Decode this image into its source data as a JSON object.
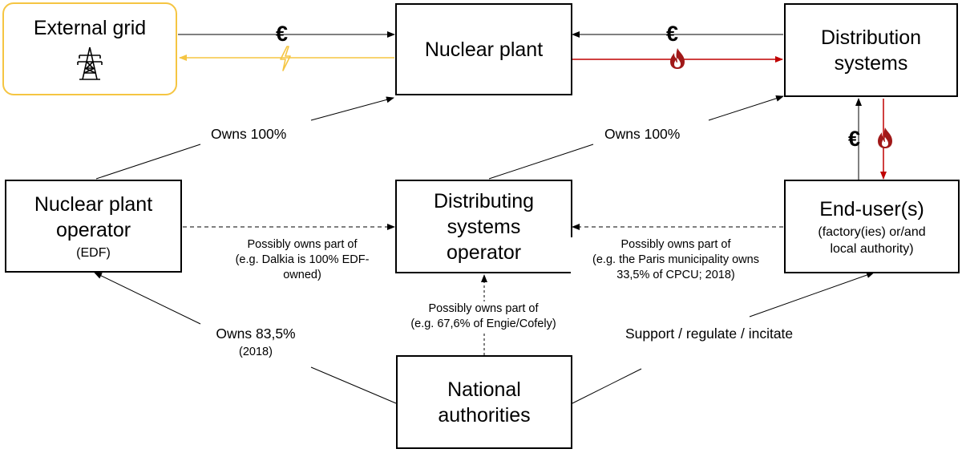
{
  "nodes": {
    "external_grid": {
      "title": "External grid"
    },
    "nuclear_plant": {
      "title": "Nuclear plant"
    },
    "distribution_systems": {
      "title": "Distribution\nsystems"
    },
    "nuclear_plant_operator": {
      "title": "Nuclear plant\noperator",
      "subtitle": "(EDF)"
    },
    "distributing_systems_operator": {
      "title": "Distributing\nsystems\noperator"
    },
    "end_users": {
      "title": "End-user(s)",
      "subtitle": "(factory(ies) or/and\nlocal authority)"
    },
    "national_authorities": {
      "title": "National\nauthorities"
    }
  },
  "edge_labels": {
    "owns_nuclear": "Owns 100%",
    "owns_distribution": "Owns 100%",
    "operator_possibly_owns": "Possibly owns part of\n(e.g. Dalkia is 100% EDF-owned)",
    "enduser_possibly_owns": "Possibly owns part of\n(e.g. the Paris municipality owns\n33,5% of CPCU; 2018)",
    "national_possibly_owns": "Possibly owns part of\n(e.g. 67,6% of Engie/Cofely)",
    "national_owns_operator": "Owns 83,5%",
    "national_owns_year": "(2018)",
    "national_support": "Support / regulate / incitate"
  },
  "symbols": {
    "euro": "€",
    "euro_icon": "euro-icon",
    "electricity_icon": "lightning-icon",
    "heat_icon": "flame-icon",
    "pylon_icon": "pylon-icon"
  },
  "colors": {
    "money_flow": "#000000",
    "electricity_flow": "#f5c542",
    "heat_flow": "#c00000",
    "grid_border": "#f5c542",
    "flame": "#a01818"
  }
}
